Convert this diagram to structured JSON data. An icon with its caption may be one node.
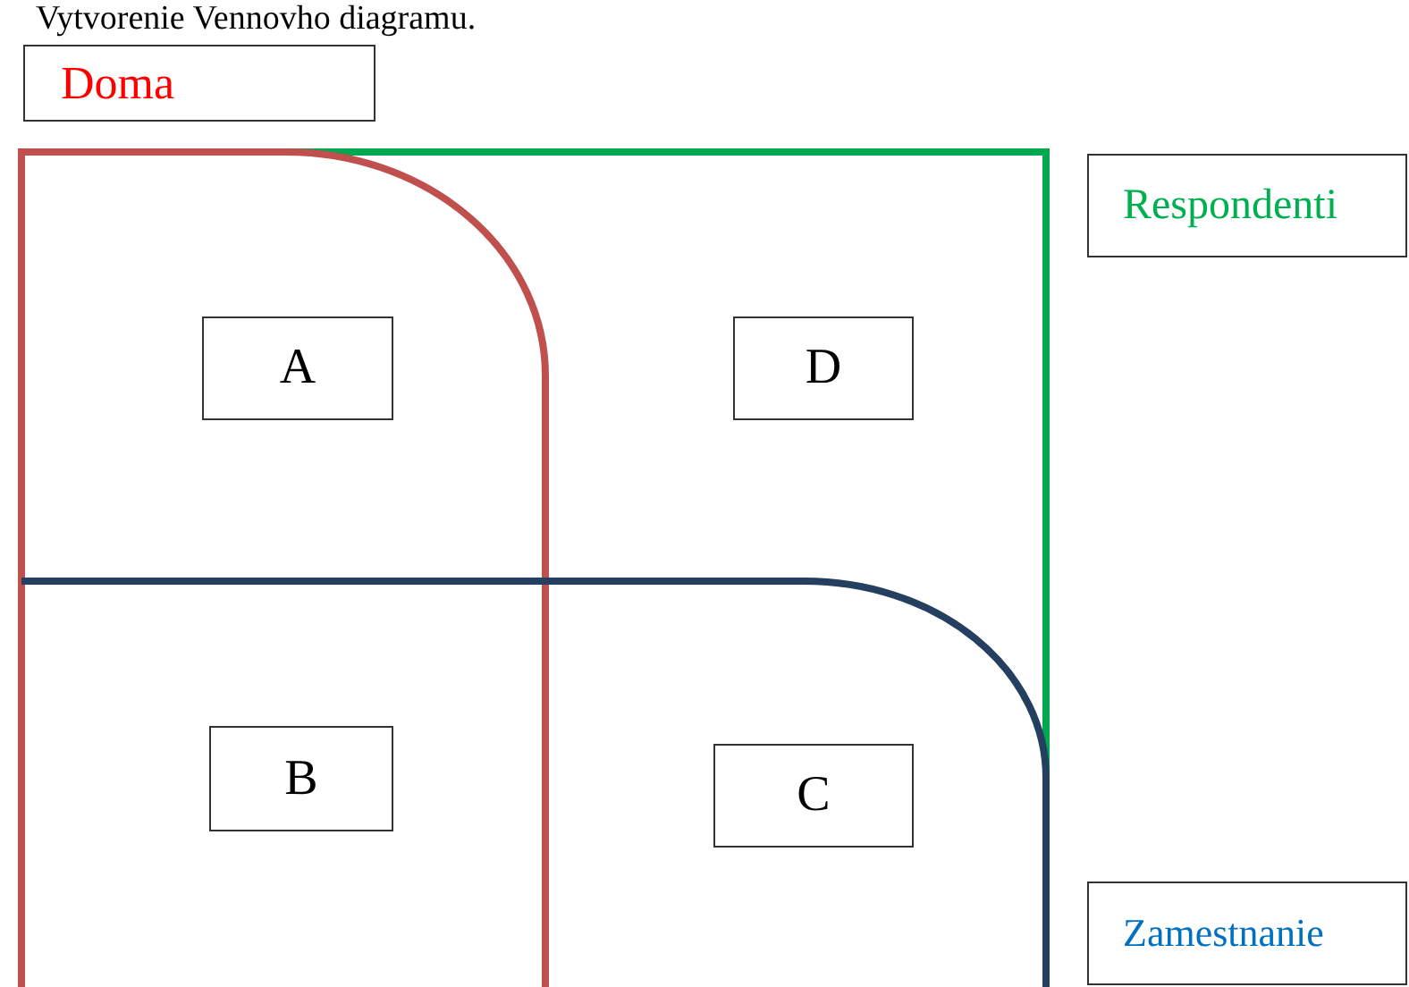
{
  "diagram": {
    "title": "Vytvorenie Vennovho diagramu.",
    "nodes": [
      {
        "text": [
          "Doma"
        ]
      },
      {
        "text": [
          "Respondenti"
        ]
      },
      {
        "text": [
          "A"
        ]
      },
      {
        "text": [
          "D"
        ]
      },
      {
        "text": [
          "B"
        ]
      },
      {
        "text": [
          "C"
        ]
      },
      {
        "text": [
          "Zamestnanie"
        ]
      }
    ]
  }
}
